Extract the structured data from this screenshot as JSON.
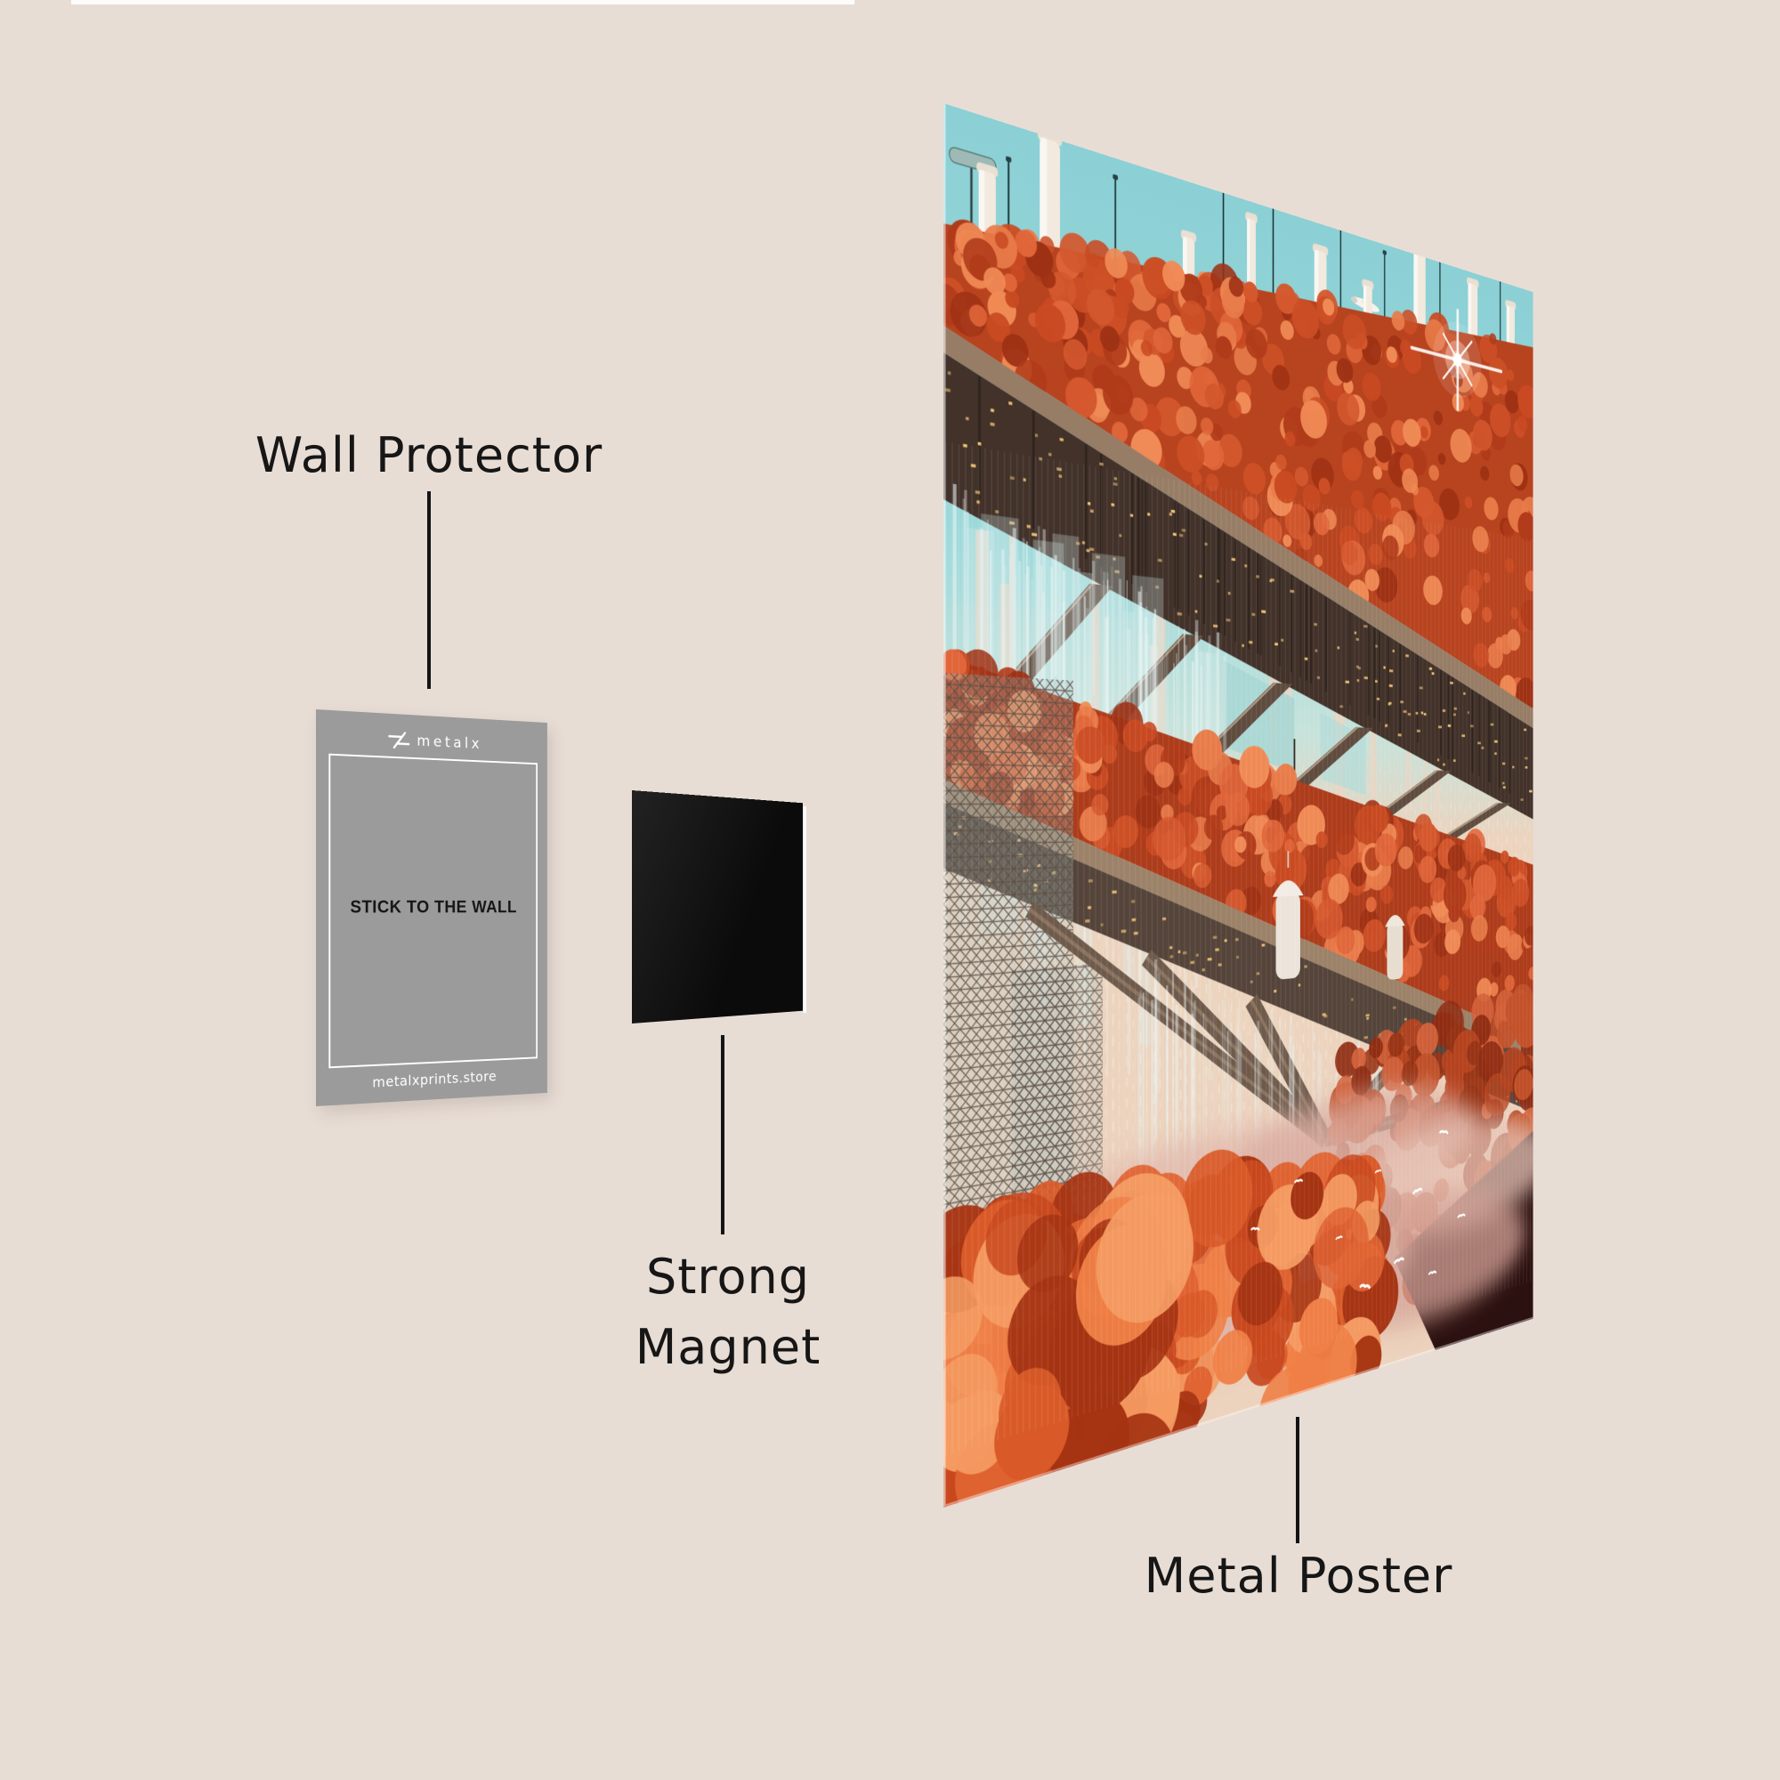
{
  "page": {
    "background": "#e8ddd5",
    "label_color": "#161616"
  },
  "annotations": {
    "wall_protector_label": "Wall Protector",
    "strong_magnet_label_lines": [
      "Strong",
      "Magnet"
    ],
    "metal_poster_label": "Metal Poster"
  },
  "wall_protector_card": {
    "brand_name": "metalx",
    "message": "STICK TO THE WALL",
    "website": "metalxprints.store",
    "card_color": "#9b9b9b"
  },
  "magnet": {
    "color": "#141414"
  },
  "poster": {
    "colors": {
      "sky_top": "#8bd0d5",
      "sky_low": "#c2e4de",
      "foliage": "#cc4f26",
      "foliage_light": "#ef8450",
      "structure": "#46352b",
      "structure_light": "#977d66",
      "gold_lights": "#f3c678",
      "haze": "#ecd3bd",
      "fog": "#d9aba0",
      "water_dark": "#2b1110",
      "waterfall": "#eaf4f4"
    }
  }
}
